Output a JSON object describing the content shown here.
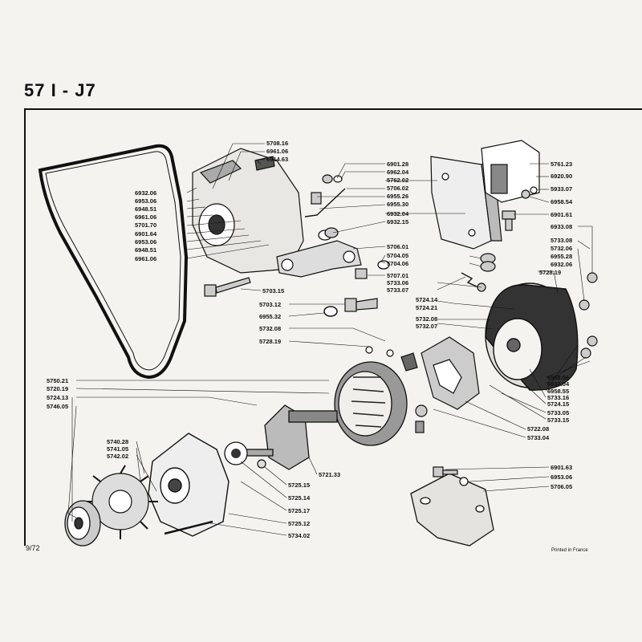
{
  "page": {
    "title": "57 I - J7",
    "page_ref": "9/72",
    "printed": "Printed in France"
  },
  "callouts": [
    {
      "id": "c1",
      "label": "5708.16"
    },
    {
      "id": "c2",
      "label": "6961.06"
    },
    {
      "id": "c3",
      "label": "6914.63"
    },
    {
      "id": "c4",
      "label": "6901.28"
    },
    {
      "id": "c5",
      "label": "6962.04"
    },
    {
      "id": "c6",
      "label": "5762.02"
    },
    {
      "id": "c7",
      "label": "5706.02"
    },
    {
      "id": "c8",
      "label": "6955.26"
    },
    {
      "id": "c9",
      "label": "6955.30"
    },
    {
      "id": "c10",
      "label": "6932.04"
    },
    {
      "id": "c11",
      "label": "6932.15"
    },
    {
      "id": "c12",
      "label": "5761.23"
    },
    {
      "id": "c13",
      "label": "6920.90"
    },
    {
      "id": "c14",
      "label": "5933.07"
    },
    {
      "id": "c15",
      "label": "6958.54"
    },
    {
      "id": "c16",
      "label": "6901.61"
    },
    {
      "id": "c17",
      "label": "6932.06"
    },
    {
      "id": "c18",
      "label": "6953.06"
    },
    {
      "id": "c19",
      "label": "6948.51"
    },
    {
      "id": "c20",
      "label": "6961.06"
    },
    {
      "id": "c21",
      "label": "5701.70"
    },
    {
      "id": "c22",
      "label": "6901.64"
    },
    {
      "id": "c23",
      "label": "6953.06"
    },
    {
      "id": "c24",
      "label": "6948.51"
    },
    {
      "id": "c25",
      "label": "6961.06"
    },
    {
      "id": "c26",
      "label": "5706.01"
    },
    {
      "id": "c27",
      "label": "5704.05"
    },
    {
      "id": "c28",
      "label": "5704.06"
    },
    {
      "id": "c29",
      "label": "5707.01"
    },
    {
      "id": "c30",
      "label": "5733.06"
    },
    {
      "id": "c31",
      "label": "5733.07"
    },
    {
      "id": "c32",
      "label": "6933.08"
    },
    {
      "id": "c33",
      "label": "5733.08"
    },
    {
      "id": "c34",
      "label": "5732.06"
    },
    {
      "id": "c35",
      "label": "6955.28"
    },
    {
      "id": "c36",
      "label": "6932.06"
    },
    {
      "id": "c37",
      "label": "5728.19"
    },
    {
      "id": "c38",
      "label": "5703.15"
    },
    {
      "id": "c39",
      "label": "5703.12"
    },
    {
      "id": "c40",
      "label": "6955.32"
    },
    {
      "id": "c41",
      "label": "5724.14"
    },
    {
      "id": "c42",
      "label": "5724.21"
    },
    {
      "id": "c43",
      "label": "5732.08"
    },
    {
      "id": "c44",
      "label": "5732.07"
    },
    {
      "id": "c45",
      "label": "5732.08"
    },
    {
      "id": "c46",
      "label": "5728.19"
    },
    {
      "id": "c47",
      "label": "6958.56"
    },
    {
      "id": "c48",
      "label": "6932.04"
    },
    {
      "id": "c49",
      "label": "6958.55"
    },
    {
      "id": "c50",
      "label": "5733.16"
    },
    {
      "id": "c51",
      "label": "5724.15"
    },
    {
      "id": "c52",
      "label": "5733.05"
    },
    {
      "id": "c53",
      "label": "5733.15"
    },
    {
      "id": "c54",
      "label": "5722.08"
    },
    {
      "id": "c55",
      "label": "5733.04"
    },
    {
      "id": "c56",
      "label": "5750.21"
    },
    {
      "id": "c57",
      "label": "5720.19"
    },
    {
      "id": "c58",
      "label": "5724.13"
    },
    {
      "id": "c59",
      "label": "5746.05"
    },
    {
      "id": "c60",
      "label": "5740.28"
    },
    {
      "id": "c61",
      "label": "5741.05"
    },
    {
      "id": "c62",
      "label": "5742.02"
    },
    {
      "id": "c63",
      "label": "5721.33"
    },
    {
      "id": "c64",
      "label": "5725.15"
    },
    {
      "id": "c65",
      "label": "5725.14"
    },
    {
      "id": "c66",
      "label": "5725.17"
    },
    {
      "id": "c67",
      "label": "5725.12"
    },
    {
      "id": "c68",
      "label": "5734.02"
    },
    {
      "id": "c69",
      "label": "6901.63"
    },
    {
      "id": "c70",
      "label": "6953.06"
    },
    {
      "id": "c71",
      "label": "5706.05"
    }
  ]
}
